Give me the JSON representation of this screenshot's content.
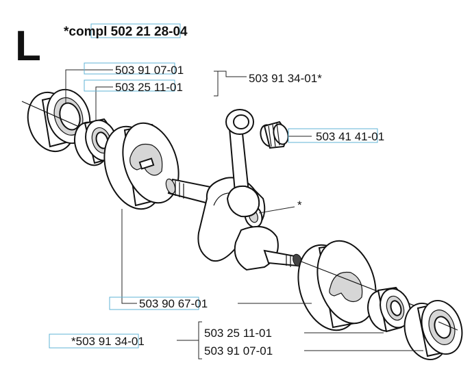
{
  "section_letter": "L",
  "complete_assembly": "*compl 502 21 28-04",
  "parts": {
    "left_bearing": "503 91 07-01",
    "left_seal": "503 25 11-01",
    "bearing_kit_top": "503 91 34-01*",
    "needle_bearing": "503 41 41-01",
    "crankshaft_mark": "*",
    "flywheel_half": "503 90 67-01",
    "bearing_kit_bottom": "*503 91 34-01",
    "right_seal": "503 25 11-01",
    "right_bearing": "503 91 07-01"
  }
}
